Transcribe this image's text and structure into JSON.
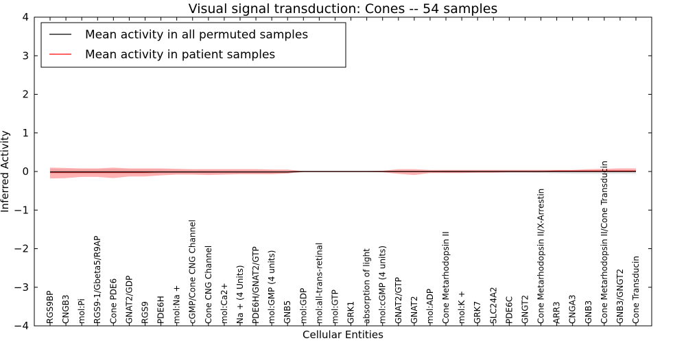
{
  "chart_data": {
    "type": "line",
    "title": "Visual signal transduction: Cones -- 54 samples",
    "xlabel": "Cellular Entities",
    "ylabel": "Inferred Activity",
    "ylim": [
      -4,
      4
    ],
    "yticks": [
      4,
      3,
      2,
      1,
      0,
      -1,
      -2,
      -3,
      -4
    ],
    "ytick_labels": [
      "4",
      "3",
      "2",
      "1",
      "0",
      "−1",
      "−2",
      "−3",
      "−4"
    ],
    "grid": false,
    "legend_position": "top-left",
    "categories": [
      "RGS9BP",
      "CNGB3",
      "mol:Pi",
      "RGS9-1/Gbeta5/R9AP",
      "Cone PDE6",
      "GNAT2/GDP",
      "RGS9",
      "PDE6H",
      "mol:Na +",
      "cGMP/Cone CNG Channel",
      "Cone CNG Channel",
      "mol:Ca2+",
      "Na + (4 Units)",
      "PDE6H/GNAT2/GTP",
      "mol:GMP (4 units)",
      "GNB5",
      "mol:GDP",
      "mol:all-trans-retinal",
      "mol:GTP",
      "GRK1",
      "absorption of light",
      "mol:cGMP (4 units)",
      "GNAT2/GTP",
      "GNAT2",
      "mol:ADP",
      "Cone Metarhodopsin II",
      "mol:K +",
      "GRK7",
      "SLC24A2",
      "PDE6C",
      "GNGT2",
      "Cone Metarhodopsin II/X-Arrestin",
      "ARR3",
      "CNGA3",
      "GNB3",
      "Cone Metarhodopsin II/Cone Transducin",
      "GNB3/GNGT2",
      "Cone Transducin"
    ],
    "series": [
      {
        "name": "Mean activity in all permuted samples",
        "color": "#000000",
        "values": [
          -0.01,
          -0.01,
          -0.01,
          -0.01,
          -0.01,
          -0.01,
          -0.01,
          -0.01,
          -0.01,
          -0.01,
          -0.01,
          -0.01,
          -0.01,
          -0.01,
          -0.01,
          -0.01,
          0,
          0,
          0,
          0,
          0,
          0,
          0,
          0,
          0,
          0,
          0,
          0,
          0,
          0,
          0,
          0,
          0,
          0,
          0,
          0,
          0,
          0
        ],
        "band_upper": [
          0.06,
          0.05,
          0.05,
          0.05,
          0.06,
          0.05,
          0.05,
          0.05,
          0.04,
          0.04,
          0.04,
          0.04,
          0.04,
          0.04,
          0.04,
          0.04,
          0.01,
          0.01,
          0.01,
          0.01,
          0.01,
          0.01,
          0.02,
          0.02,
          0.02,
          0.03,
          0.03,
          0.03,
          0.03,
          0.03,
          0.03,
          0.03,
          0.03,
          0.03,
          0.03,
          0.03,
          0.03,
          0.03
        ],
        "band_lower": [
          -0.06,
          -0.06,
          -0.06,
          -0.06,
          -0.06,
          -0.06,
          -0.06,
          -0.05,
          -0.05,
          -0.05,
          -0.05,
          -0.05,
          -0.05,
          -0.05,
          -0.05,
          -0.05,
          -0.01,
          -0.01,
          -0.01,
          -0.01,
          -0.01,
          -0.01,
          -0.02,
          -0.02,
          -0.02,
          -0.03,
          -0.03,
          -0.03,
          -0.03,
          -0.03,
          -0.03,
          -0.04,
          -0.05,
          -0.06,
          -0.06,
          -0.06,
          -0.06,
          -0.06
        ]
      },
      {
        "name": "Mean activity in patient samples",
        "color": "#ff0000",
        "values": [
          -0.02,
          -0.02,
          -0.02,
          -0.02,
          -0.02,
          -0.02,
          -0.02,
          -0.01,
          -0.01,
          -0.01,
          -0.01,
          -0.01,
          -0.01,
          -0.01,
          -0.01,
          -0.01,
          0,
          0,
          0,
          0,
          0,
          0,
          0,
          0,
          0,
          0,
          0,
          0,
          0,
          0,
          0,
          0,
          0.01,
          0.01,
          0.01,
          0.01,
          0.01,
          0.01
        ],
        "band_upper": [
          0.1,
          0.09,
          0.08,
          0.08,
          0.1,
          0.08,
          0.08,
          0.08,
          0.07,
          0.06,
          0.06,
          0.06,
          0.06,
          0.06,
          0.05,
          0.05,
          0.01,
          0.01,
          0.01,
          0.01,
          0.01,
          0.02,
          0.06,
          0.06,
          0.04,
          0.04,
          0.04,
          0.04,
          0.04,
          0.04,
          0.04,
          0.04,
          0.04,
          0.04,
          0.06,
          0.07,
          0.08,
          0.08
        ],
        "band_lower": [
          -0.18,
          -0.17,
          -0.14,
          -0.14,
          -0.17,
          -0.13,
          -0.13,
          -0.1,
          -0.08,
          -0.08,
          -0.09,
          -0.08,
          -0.07,
          -0.07,
          -0.07,
          -0.05,
          -0.01,
          -0.01,
          -0.01,
          -0.01,
          -0.01,
          -0.02,
          -0.06,
          -0.09,
          -0.04,
          -0.04,
          -0.04,
          -0.03,
          -0.03,
          -0.02,
          -0.02,
          -0.02,
          -0.01,
          -0.01,
          -0.01,
          -0.01,
          -0.01,
          -0.01
        ]
      }
    ]
  }
}
